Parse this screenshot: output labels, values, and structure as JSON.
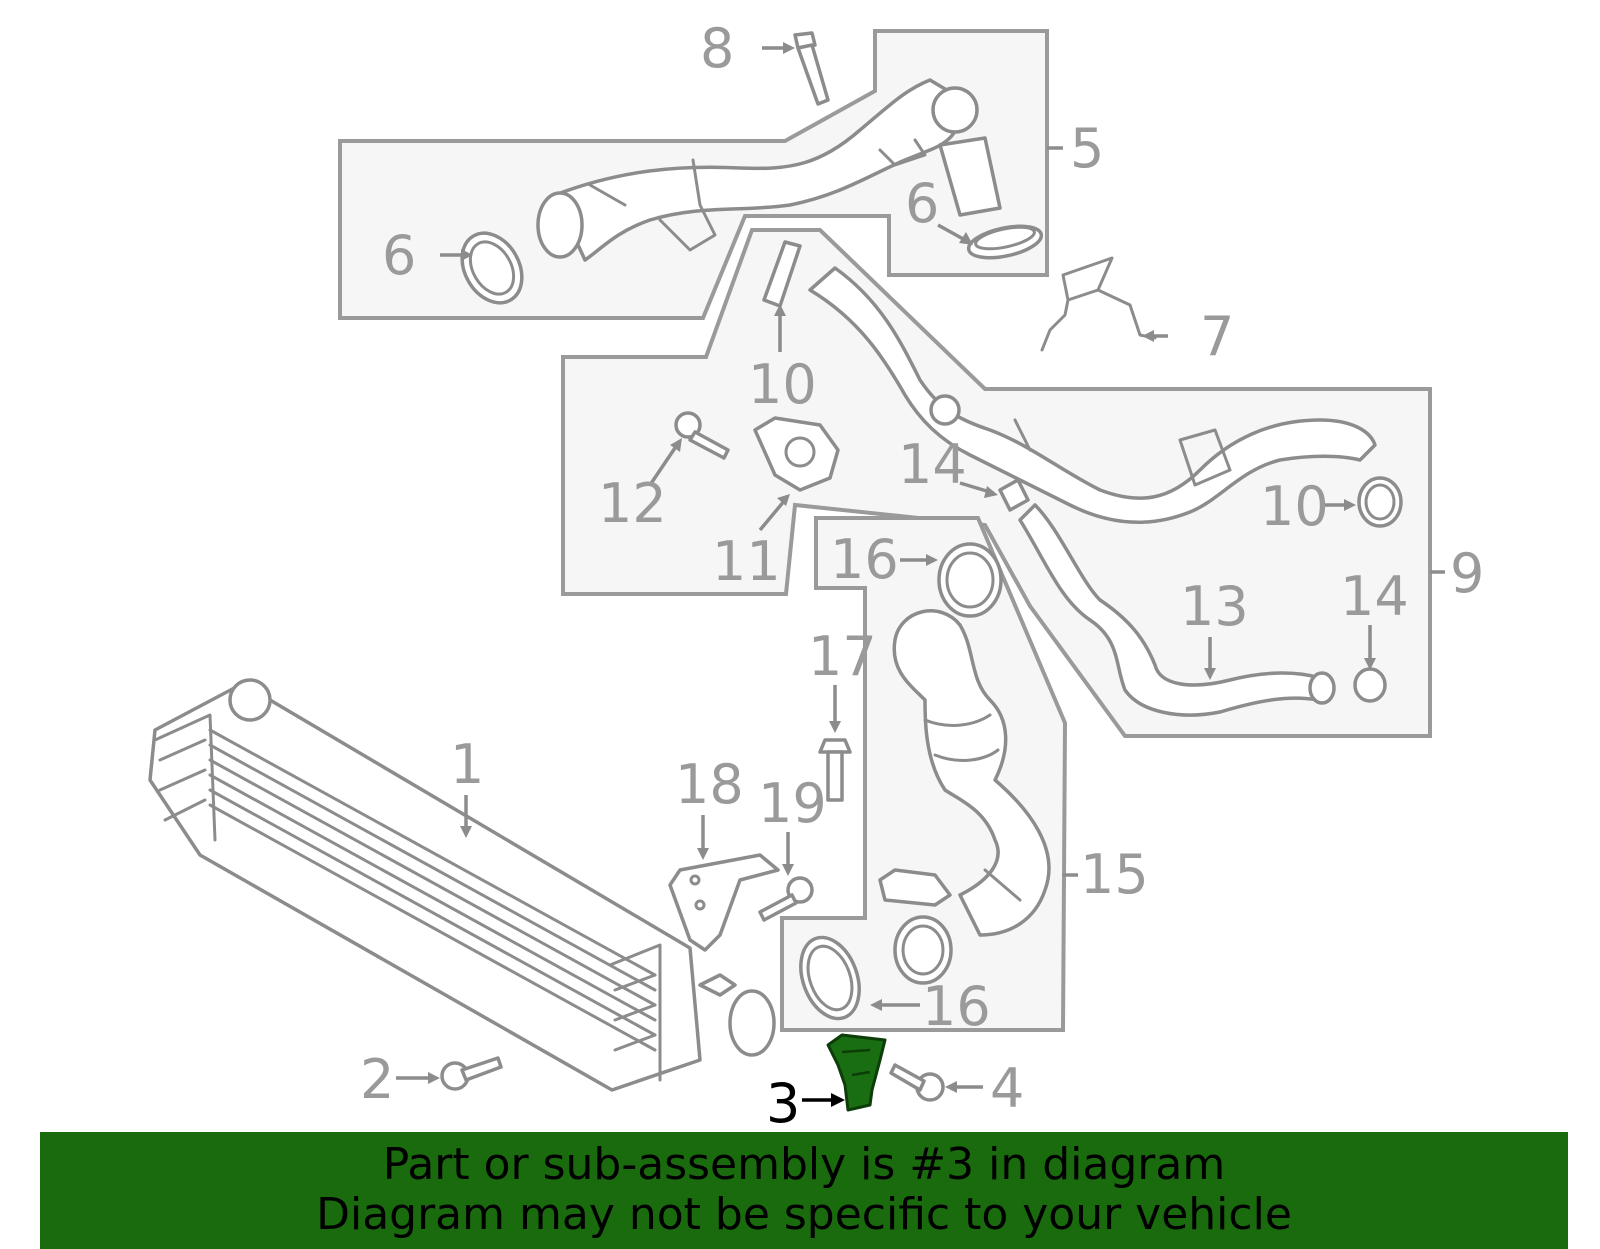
{
  "diagram": {
    "highlighted_part": "3",
    "callouts": {
      "c1": "1",
      "c2": "2",
      "c3": "3",
      "c4": "4",
      "c5": "5",
      "c6a": "6",
      "c6b": "6",
      "c7": "7",
      "c8": "8",
      "c9": "9",
      "c10a": "10",
      "c10b": "10",
      "c11": "11",
      "c12": "12",
      "c13": "13",
      "c14a": "14",
      "c14b": "14",
      "c15": "15",
      "c16a": "16",
      "c16b": "16",
      "c17": "17",
      "c18": "18",
      "c19": "19"
    },
    "colors": {
      "line": "#8c8c8c",
      "panel": "#f6f6f6",
      "highlight": "#1a6e12",
      "banner": "#1a6a0e"
    }
  },
  "banner": {
    "line1": "Part or sub-assembly is #3 in diagram",
    "line2": "Diagram may not be specific to your vehicle"
  }
}
